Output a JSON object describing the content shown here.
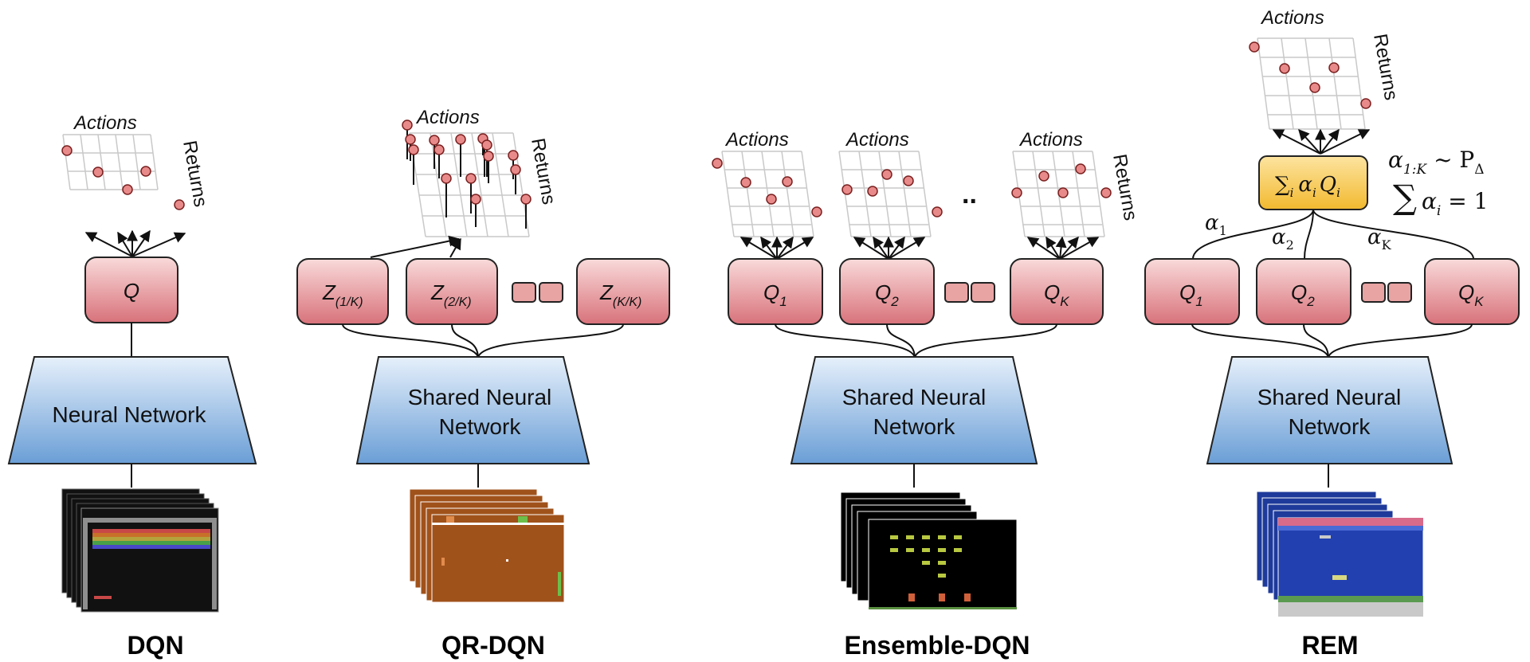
{
  "panels": {
    "dqn": {
      "title": "DQN",
      "actions": "Actions",
      "returns": "Returns",
      "head": "Q",
      "network": [
        "Neural Network"
      ]
    },
    "qrdqn": {
      "title": "QR-DQN",
      "actions": "Actions",
      "returns": "Returns",
      "heads": [
        {
          "main": "Z",
          "sub": "(1/K)"
        },
        {
          "main": "Z",
          "sub": "(2/K)"
        },
        {
          "main": "Z",
          "sub": "(K/K)"
        }
      ],
      "network": [
        "Shared Neural",
        "Network"
      ]
    },
    "ensemble": {
      "title": "Ensemble-DQN",
      "actions": "Actions",
      "returns": "Returns",
      "ellipsis": "..",
      "heads": [
        {
          "main": "Q",
          "sub": "1"
        },
        {
          "main": "Q",
          "sub": "2"
        },
        {
          "main": "Q",
          "sub": "K"
        }
      ],
      "network": [
        "Shared Neural",
        "Network"
      ]
    },
    "rem": {
      "title": "REM",
      "actions": "Actions",
      "returns": "Returns",
      "heads": [
        {
          "main": "Q",
          "sub": "1"
        },
        {
          "main": "Q",
          "sub": "2"
        },
        {
          "main": "Q",
          "sub": "K"
        }
      ],
      "alphas": [
        {
          "main": "α",
          "sub": "1"
        },
        {
          "main": "α",
          "sub": "2"
        },
        {
          "main": "α",
          "sub": "K"
        }
      ],
      "combiner": {
        "sigma": "∑",
        "sigma_sub": "i",
        "a": "α",
        "a_sub": "i",
        "q": "Q",
        "q_sub": "i"
      },
      "formula1": {
        "a": "α",
        "a_sub": "1:K",
        "rel": " ~ P",
        "p_sub": "Δ"
      },
      "formula2": {
        "sigma": "∑",
        "rest": "α",
        "rest_sub": "i",
        "eq": " = 1"
      },
      "network": [
        "Shared Neural",
        "Network"
      ]
    }
  },
  "colors": {
    "head_fill_top": "#f8d3d3",
    "head_fill_bottom": "#d9767a",
    "network_top": "#e2eefa",
    "network_bottom": "#6b9fd6",
    "combiner": "#f7c64b",
    "dot": "#e88a8a"
  }
}
